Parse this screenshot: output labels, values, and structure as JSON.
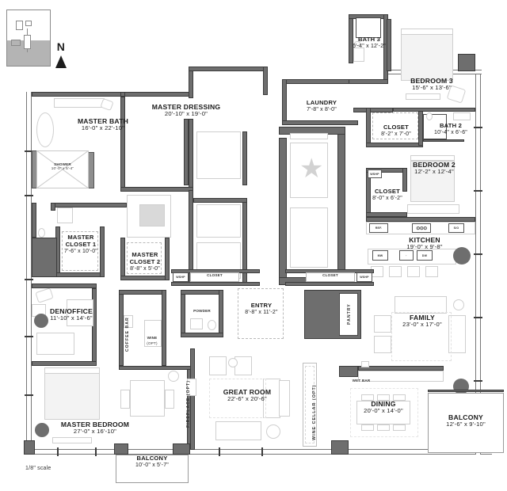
{
  "document": {
    "type": "residential-floor-plan",
    "scale_note": "1/8\" scale",
    "compass_label": "N"
  },
  "rooms": [
    {
      "id": "master-bath",
      "name": "MASTER BATH",
      "dim": "16'-0\" x 22'-10\""
    },
    {
      "id": "shower",
      "name": "SHOWER",
      "dim": "10'-0\" x 5'-4\""
    },
    {
      "id": "master-dressing",
      "name": "MASTER DRESSING",
      "dim": "20'-10\" x 19'-0\""
    },
    {
      "id": "master-closet-1",
      "name": "MASTER CLOSET 1",
      "dim": "7'-6\" x 10'-0\""
    },
    {
      "id": "master-closet-2",
      "name": "MASTER CLOSET 2",
      "dim": "8'-8\" x 5'-0\""
    },
    {
      "id": "den-office",
      "name": "DEN/OFFICE",
      "dim": "11'-10\" x 14'-6\""
    },
    {
      "id": "master-bedroom",
      "name": "MASTER BEDROOM",
      "dim": "27'-0\" x 16'-10\""
    },
    {
      "id": "balcony-west",
      "name": "BALCONY",
      "dim": "10'-0\" x 5'-7\""
    },
    {
      "id": "great-room",
      "name": "GREAT ROOM",
      "dim": "22'-6\" x 20'-6\""
    },
    {
      "id": "entry",
      "name": "ENTRY",
      "dim": "8'-8\" x 11'-2\""
    },
    {
      "id": "laundry",
      "name": "LAUNDRY",
      "dim": "7'-8\" x 8'-0\""
    },
    {
      "id": "bath-3",
      "name": "BATH 3",
      "dim": "6'-4\" x 12'-2\""
    },
    {
      "id": "bedroom-3",
      "name": "BEDROOM 3",
      "dim": "15'-6\" x 13'-6\""
    },
    {
      "id": "closet-bed3",
      "name": "CLOSET",
      "dim": "8'-2\" x 7'-0\""
    },
    {
      "id": "bath-2",
      "name": "BATH 2",
      "dim": "10'-4\" x 6'-6\""
    },
    {
      "id": "bedroom-2",
      "name": "BEDROOM 2",
      "dim": "12'-2\" x 12'-4\""
    },
    {
      "id": "closet-bed2",
      "name": "CLOSET",
      "dim": "8'-0\" x 6'-2\""
    },
    {
      "id": "kitchen",
      "name": "KITCHEN",
      "dim": "19'-0\" x 9'-8\""
    },
    {
      "id": "family",
      "name": "FAMILY",
      "dim": "23'-0\" x 17'-0\""
    },
    {
      "id": "dining",
      "name": "DINING",
      "dim": "20'-0\" x 14'-0\""
    },
    {
      "id": "balcony-east",
      "name": "BALCONY",
      "dim": "12'-6\" x 9'-10\""
    }
  ],
  "minor_labels": {
    "powder": "POWDER",
    "pantry": "PANTRY",
    "wet_bar": "WET BAR",
    "coffee_bar": "COFFEE BAR",
    "wine_opt": "WINE",
    "wine_opt_sub": "(OPT)",
    "fireplace_opt": "FIREPLACE (OPT)",
    "wine_cellar_opt": "WINE CELLAR (OPT)",
    "closet_left": "CLOSET",
    "closet_right": "CLOSET",
    "wshp_left": "WSHP",
    "wshp_right": "WSHP",
    "wshp_bed2": "WSHP"
  },
  "appliances": {
    "ref": "REF.",
    "mw": "MW",
    "dw": "DW",
    "so": "S/O",
    "cooktop": "",
    "oven": ""
  },
  "colors": {
    "wall": "#6e6e6e",
    "wall_outline": "#3c3c3c",
    "furniture_outline": "#cfcfcf",
    "text": "#1a1a1a",
    "key_fill": "#b4b4b4",
    "column": "#6e6e6e"
  }
}
